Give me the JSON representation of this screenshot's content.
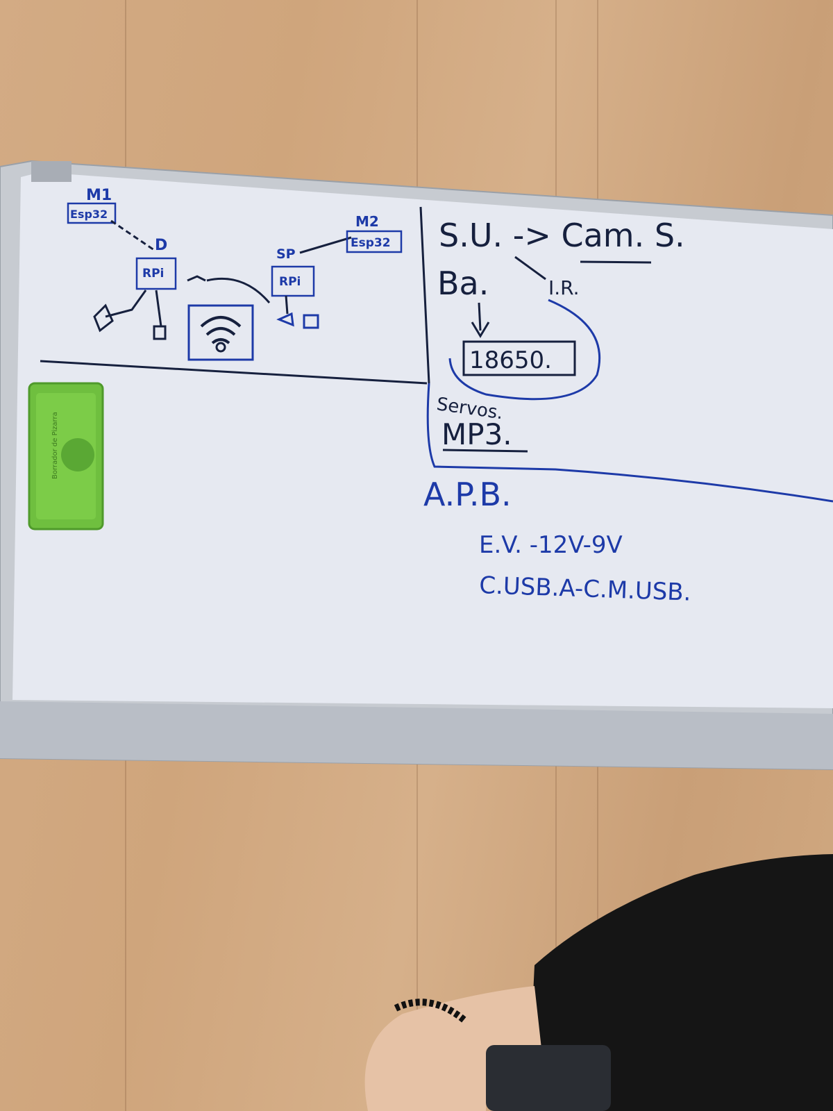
{
  "board": {
    "left_panel": {
      "node_m1_label": "M1",
      "node_m1_box": "Esp32",
      "node_m2_label": "M2",
      "node_m2_box": "Esp32",
      "rpi_left_label": "D",
      "rpi_left_box": "RPi",
      "rpi_right_label": "SP",
      "rpi_right_box": "RPi"
    },
    "right_panel": {
      "su_line": "S.U. -> Cam. S.",
      "ir_line": "I.R.",
      "ba_line": "Ba.",
      "battery_box": "18650.",
      "servos_line": "Servos.",
      "mp3_line": "MP3."
    },
    "bottom_notes": {
      "apb_line": "A.P.B.",
      "ev_line": "E.V. -12V-9V",
      "cusb_line": "C.USB.A-C.M.USB."
    }
  },
  "eraser": {
    "brand_text": "Borrador de Pizarra"
  },
  "colors": {
    "wall": "#d0a880",
    "board_surface": "#e6e9f1",
    "frame": "#c7cbd1",
    "marker_black": "#16203e",
    "marker_blue": "#1d3aa8",
    "eraser_green": "#6fbf3f",
    "shirt": "#151515"
  }
}
